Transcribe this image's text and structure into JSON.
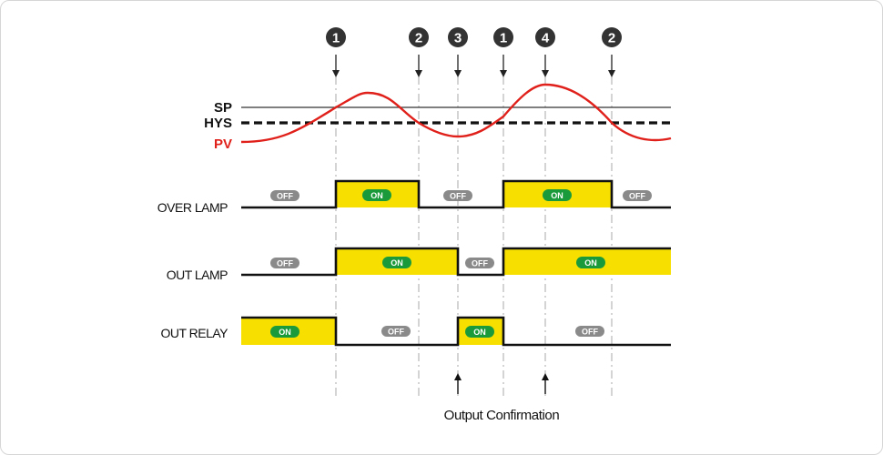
{
  "markers": [
    {
      "label": "1"
    },
    {
      "label": "2"
    },
    {
      "label": "3"
    },
    {
      "label": "1"
    },
    {
      "label": "4"
    },
    {
      "label": "2"
    }
  ],
  "curve_labels": {
    "sp": "SP",
    "hys": "HYS",
    "pv": "PV"
  },
  "rows": {
    "over_lamp": {
      "label": "OVER LAMP",
      "badges": [
        "OFF",
        "ON",
        "OFF",
        "ON",
        "OFF"
      ]
    },
    "out_lamp": {
      "label": "OUT LAMP",
      "badges": [
        "OFF",
        "ON",
        "OFF",
        "ON"
      ]
    },
    "out_relay": {
      "label": "OUT RELAY",
      "badges": [
        "ON",
        "OFF",
        "ON",
        "OFF"
      ]
    }
  },
  "footer": {
    "output_confirmation": "Output Confirmation"
  },
  "colors": {
    "on_fill": "#f7e000",
    "on_badge": "#1a9a3a",
    "off_badge": "#8a8a8a",
    "pv_curve": "#e0201a",
    "marker": "#333333"
  }
}
